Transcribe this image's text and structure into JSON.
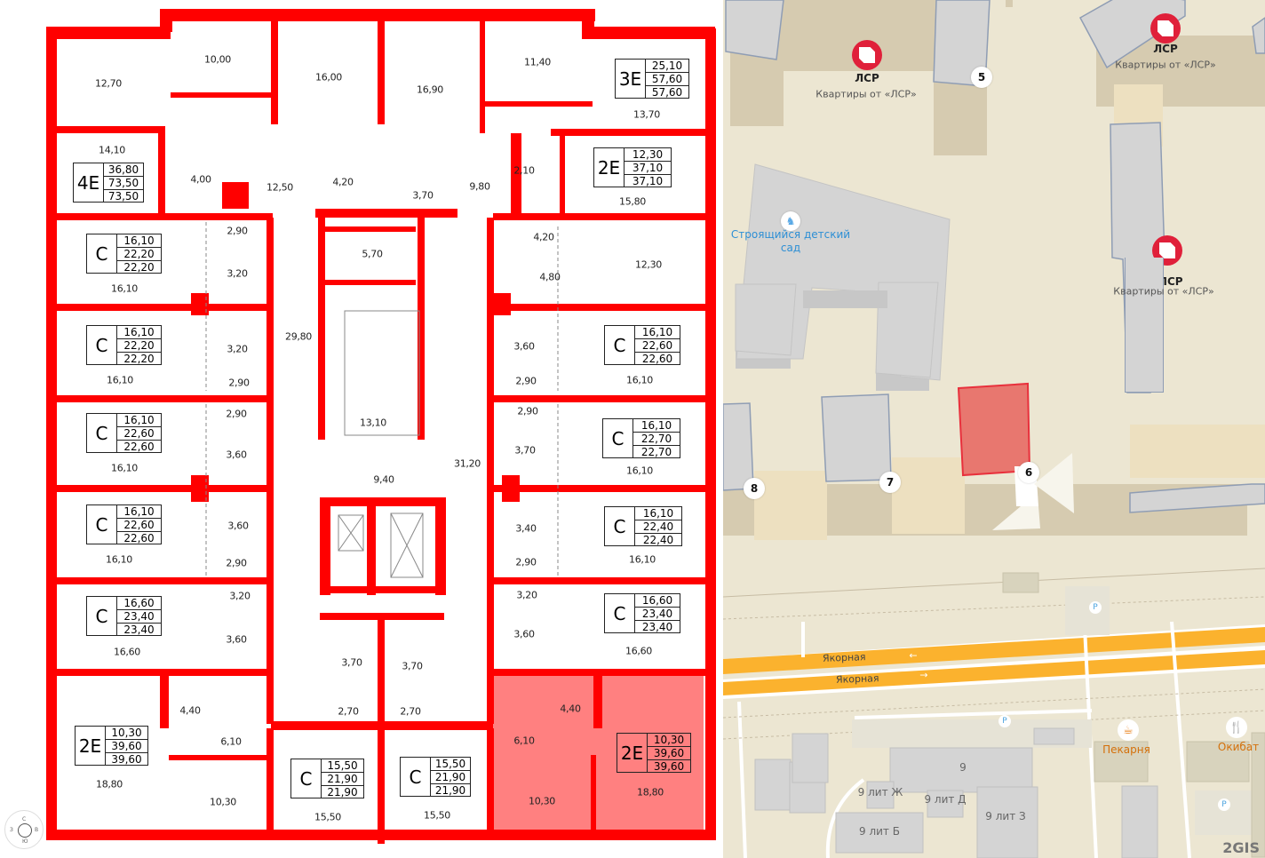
{
  "colors": {
    "wall": "#ff0000",
    "highlight": "#ff8080",
    "road": "#fbb22e",
    "map_bg": "#ece6d2",
    "building": "#d4d4d4",
    "selected_building": "#e8776f",
    "brand": "#e0203a",
    "poi": "#d4700a",
    "kindergarten": "#2d8fd5"
  },
  "plan": {
    "compass": {
      "n": "С",
      "s": "Ю",
      "w": "З",
      "e": "В"
    },
    "apartments": [
      {
        "type": "3E",
        "values": [
          "25,10",
          "57,60",
          "57,60"
        ]
      },
      {
        "type": "4E",
        "values": [
          "36,80",
          "73,50",
          "73,50"
        ]
      },
      {
        "type": "2E",
        "values": [
          "12,30",
          "37,10",
          "37,10"
        ]
      },
      {
        "type": "C",
        "values": [
          "16,10",
          "22,20",
          "22,20"
        ]
      },
      {
        "type": "C",
        "values": [
          "16,10",
          "22,20",
          "22,20"
        ]
      },
      {
        "type": "C",
        "values": [
          "16,10",
          "22,60",
          "22,60"
        ]
      },
      {
        "type": "C",
        "values": [
          "16,10",
          "22,60",
          "22,60"
        ]
      },
      {
        "type": "C",
        "values": [
          "16,10",
          "22,70",
          "22,70"
        ]
      },
      {
        "type": "C",
        "values": [
          "16,10",
          "22,60",
          "22,60"
        ]
      },
      {
        "type": "C",
        "values": [
          "16,10",
          "22,40",
          "22,40"
        ]
      },
      {
        "type": "C",
        "values": [
          "16,60",
          "23,40",
          "23,40"
        ]
      },
      {
        "type": "C",
        "values": [
          "16,60",
          "23,40",
          "23,40"
        ]
      },
      {
        "type": "2E",
        "values": [
          "10,30",
          "39,60",
          "39,60"
        ]
      },
      {
        "type": "C",
        "values": [
          "15,50",
          "21,90",
          "21,90"
        ]
      },
      {
        "type": "C",
        "values": [
          "15,50",
          "21,90",
          "21,90"
        ]
      },
      {
        "type": "2E",
        "values": [
          "10,30",
          "39,60",
          "39,60"
        ],
        "selected": true
      }
    ],
    "rooms": [
      "12,70",
      "10,00",
      "16,00",
      "16,90",
      "11,40",
      "13,70",
      "14,10",
      "4,00",
      "12,50",
      "4,20",
      "3,70",
      "9,80",
      "2,10",
      "15,80",
      "2,90",
      "5,70",
      "4,20",
      "4,80",
      "12,30",
      "3,20",
      "16,10",
      "29,80",
      "3,20",
      "3,60",
      "16,10",
      "2,90",
      "2,90",
      "16,10",
      "2,90",
      "2,90",
      "13,10",
      "3,60",
      "3,70",
      "31,20",
      "16,10",
      "16,10",
      "9,40",
      "3,60",
      "3,40",
      "16,10",
      "2,90",
      "2,90",
      "16,10",
      "3,20",
      "3,20",
      "3,60",
      "3,60",
      "3,70",
      "3,70",
      "16,60",
      "16,60",
      "4,40",
      "2,70",
      "2,70",
      "4,40",
      "6,10",
      "6,10",
      "18,80",
      "10,30",
      "15,50",
      "15,50",
      "10,30",
      "18,80"
    ]
  },
  "map": {
    "brand_pins": [
      {
        "name": "ЛСР",
        "subtitle": "Квартиры от «ЛСР»"
      },
      {
        "name": "ЛСР",
        "subtitle": "Квартиры от «ЛСР»"
      },
      {
        "name": "ЛСР",
        "subtitle": "Квартиры от «ЛСР»"
      }
    ],
    "kindergarten": "Строящийся детский сад",
    "house_numbers": [
      "5",
      "6",
      "7",
      "8"
    ],
    "streets": [
      "Якорная",
      "Якорная"
    ],
    "buildings": [
      "9",
      "9 лит Ж",
      "9 лит Д",
      "9 лит З",
      "9 лит Б"
    ],
    "pois": [
      "Пекарня",
      "Окибат"
    ],
    "parking": "P",
    "logo": "2GIS"
  }
}
